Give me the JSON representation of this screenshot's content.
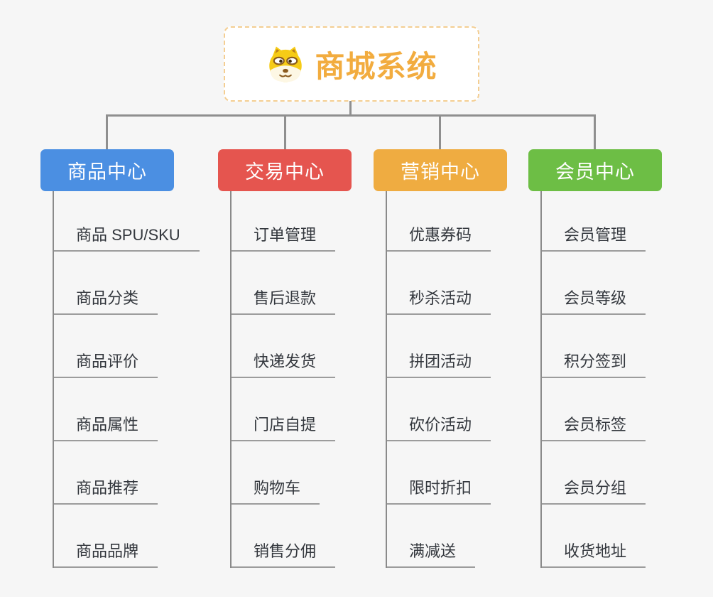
{
  "root": {
    "title": "商城系统",
    "icon": "dog-face-icon",
    "title_color": "#F2AC3F",
    "border_color": "#F4CE92"
  },
  "branches": [
    {
      "label": "商品中心",
      "color": "#4B8FE2",
      "children": [
        "商品 SPU/SKU",
        "商品分类",
        "商品评价",
        "商品属性",
        "商品推荐",
        "商品品牌"
      ]
    },
    {
      "label": "交易中心",
      "color": "#E5554F",
      "children": [
        "订单管理",
        "售后退款",
        "快递发货",
        "门店自提",
        "购物车",
        "销售分佣"
      ]
    },
    {
      "label": "营销中心",
      "color": "#EFAC41",
      "children": [
        "优惠券码",
        "秒杀活动",
        "拼团活动",
        "砍价活动",
        "限时折扣",
        "满减送"
      ]
    },
    {
      "label": "会员中心",
      "color": "#6DBE45",
      "children": [
        "会员管理",
        "会员等级",
        "积分签到",
        "会员标签",
        "会员分组",
        "收货地址"
      ]
    }
  ],
  "colors": {
    "background": "#F6F6F6",
    "connector": "#8F8F8F",
    "leaf_text": "#33373D",
    "leaf_underline": "#9C9C9C",
    "header_text": "#FFFFFF"
  }
}
